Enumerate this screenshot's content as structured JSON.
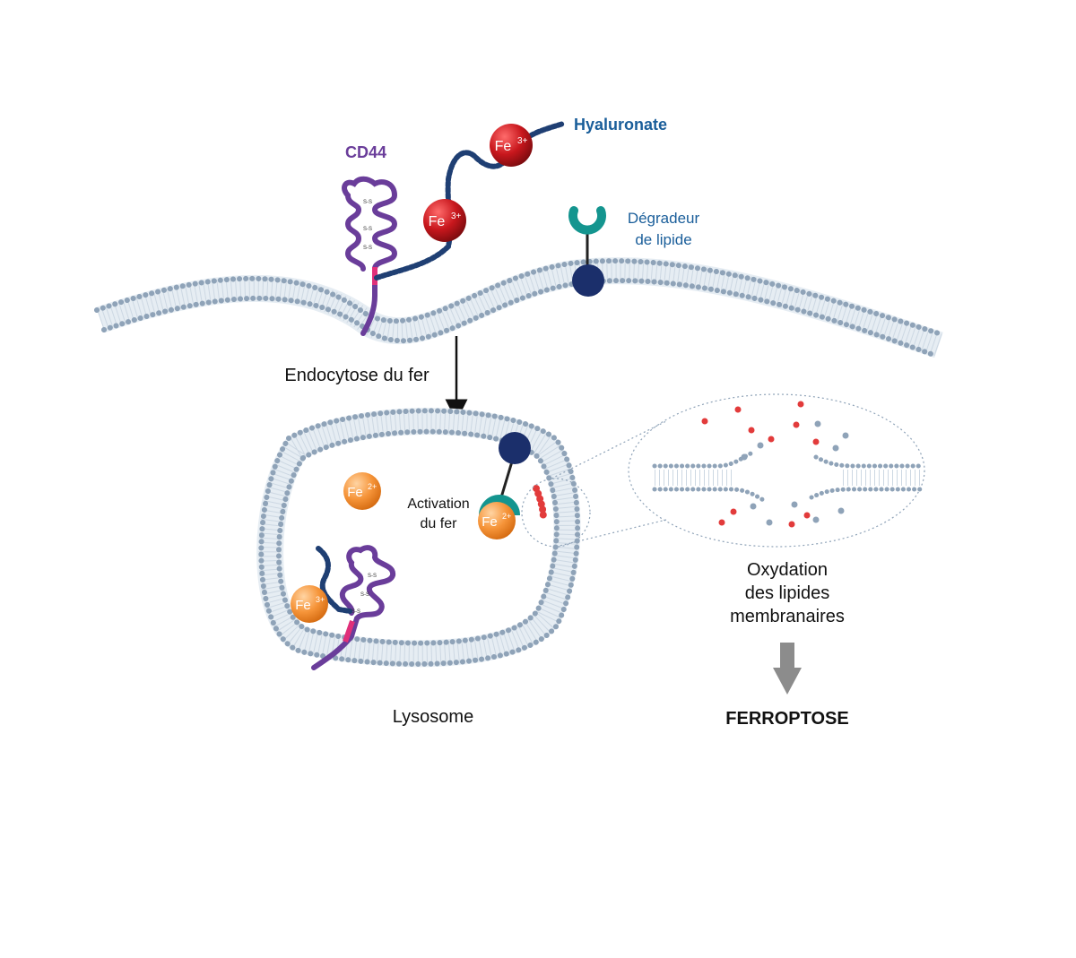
{
  "labels": {
    "cd44": "CD44",
    "hyaluronate": "Hyaluronate",
    "degradeur_line1": "Dégradeur",
    "degradeur_line2": "de lipide",
    "endocytose": "Endocytose du fer",
    "activation_line1": "Activation",
    "activation_line2": "du fer",
    "oxydation_line1": "Oxydation",
    "oxydation_line2": "des lipides",
    "oxydation_line3": "membranaires",
    "lysosome": "Lysosome",
    "ferroptose": "FERROPTOSE"
  },
  "ions": {
    "fe3_base": "Fe",
    "fe3_charge": "3+",
    "fe2_base": "Fe",
    "fe2_charge": "2+",
    "disulfide": "S-S"
  },
  "colors": {
    "membrane_head": "#8fa3b8",
    "membrane_tail": "#cdd8e3",
    "membrane_fill": "#e6edf3",
    "cd44": "#6a3d9a",
    "cd44_transmembrane": "#e0307a",
    "hyaluronate": "#1f3f73",
    "fe3": "#b0141a",
    "fe2": "#f08a24",
    "degrader_head": "#14958f",
    "degrader_anchor": "#1b2f6b",
    "oxidized_lipid": "#e23b3b",
    "label_purple": "#6a3d9a",
    "label_blue": "#1a5e9a",
    "arrow_gray": "#8c8c8c"
  },
  "icons": [
    "membrane-bilayer",
    "cd44-receptor",
    "hyaluronate-chain",
    "iron-ion",
    "lipid-degrader",
    "lysosome-vesicle",
    "lipid-fragment",
    "down-arrow"
  ]
}
